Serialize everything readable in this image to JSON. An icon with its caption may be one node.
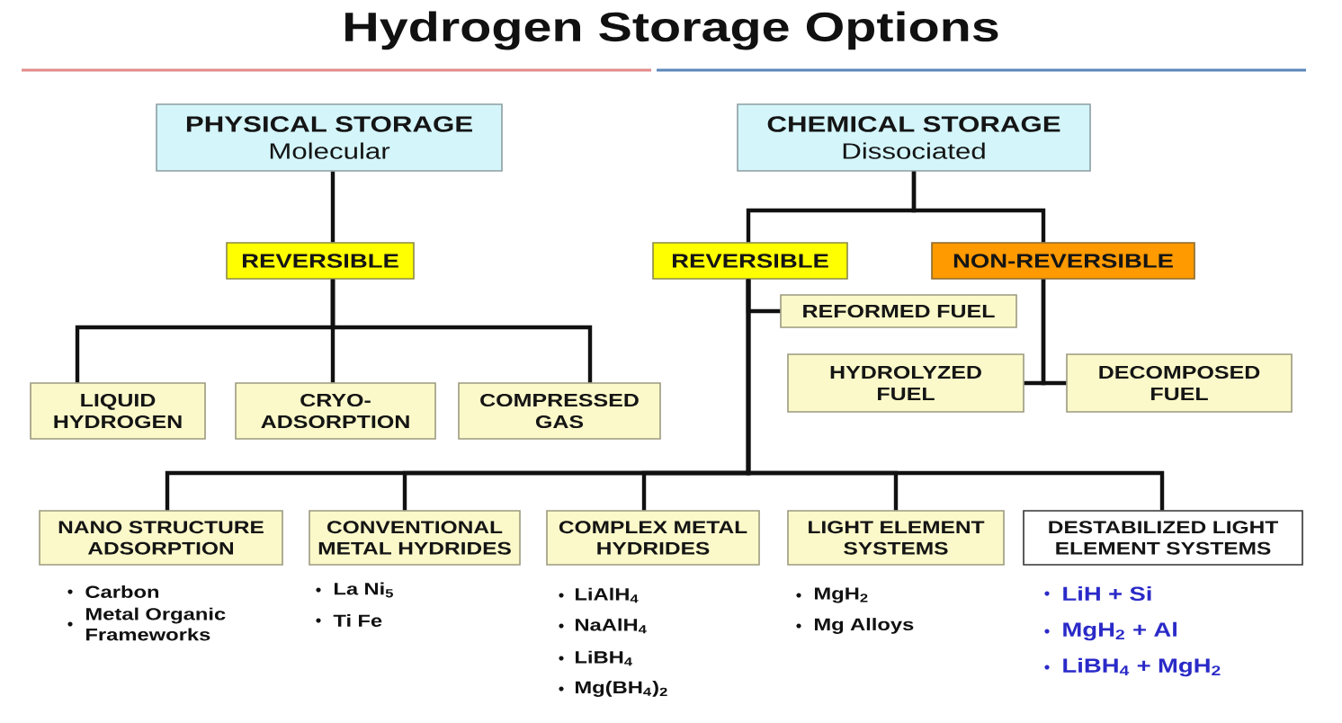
{
  "diagram": {
    "title": "Hydrogen Storage Options",
    "nodes": [
      {
        "text": [
          "PHYSICAL STORAGE",
          "Molecular"
        ]
      },
      {
        "text": [
          "CHEMICAL STORAGE",
          "Dissociated"
        ]
      },
      {
        "text": [
          "REVERSIBLE"
        ]
      },
      {
        "text": [
          "REVERSIBLE"
        ]
      },
      {
        "text": [
          "NON-REVERSIBLE"
        ]
      },
      {
        "text": [
          "LIQUID HYDROGEN"
        ]
      },
      {
        "text": [
          "CRYO-ADSORPTION"
        ]
      },
      {
        "text": [
          "COMPRESSED GAS"
        ]
      },
      {
        "text": [
          "REFORMED FUEL"
        ]
      },
      {
        "text": [
          "HYDROLYZED FUEL"
        ]
      },
      {
        "text": [
          "DECOMPOSED FUEL"
        ]
      },
      {
        "text": [
          "NANO STRUCTURE ADSORPTION"
        ],
        "beside": [
          "Carbon",
          "Metal Organic Frameworks"
        ]
      },
      {
        "text": [
          "CONVENTIONAL METAL HYDRIDES"
        ],
        "beside": [
          "La Ni$_{5}$",
          "Ti Fe"
        ]
      },
      {
        "text": [
          "COMPLEX METAL HYDRIDES"
        ],
        "beside": [
          "LiAlH$_{4}$",
          "NaAlH$_{4}$",
          "LiBH$_{4}$",
          "Mg(BH$_{4}$)$_{2}$"
        ]
      },
      {
        "text": [
          "LIGHT ELEMENT SYSTEMS"
        ],
        "beside": [
          "MgH$_{2}$",
          "Mg Alloys"
        ]
      },
      {
        "text": [
          "DESTABILIZED LIGHT ELEMENT SYSTEMS"
        ],
        "beside": [
          "LiH + Si",
          "MgH$_{2}$ + Al",
          "LiBH$_{4}$ + MgH$_{2}$"
        ]
      }
    ],
    "edges": [
      {
        "from": 0,
        "to": 2,
        "arrow": "none"
      },
      {
        "from": 2,
        "to": 5,
        "arrow": "none"
      },
      {
        "from": 2,
        "to": 6,
        "arrow": "none"
      },
      {
        "from": 2,
        "to": 7,
        "arrow": "none"
      },
      {
        "from": 1,
        "to": 3,
        "arrow": "none"
      },
      {
        "from": 1,
        "to": 4,
        "arrow": "none"
      },
      {
        "from": 3,
        "to": 8,
        "arrow": "none"
      },
      {
        "from": 4,
        "to": 9,
        "arrow": "none"
      },
      {
        "from": 4,
        "to": 10,
        "arrow": "none"
      },
      {
        "from": 3,
        "to": 11,
        "arrow": "none"
      },
      {
        "from": 3,
        "to": 12,
        "arrow": "none"
      },
      {
        "from": 3,
        "to": 13,
        "arrow": "none"
      },
      {
        "from": 3,
        "to": 14,
        "arrow": "none"
      },
      {
        "from": 3,
        "to": 15,
        "arrow": "none"
      }
    ]
  }
}
